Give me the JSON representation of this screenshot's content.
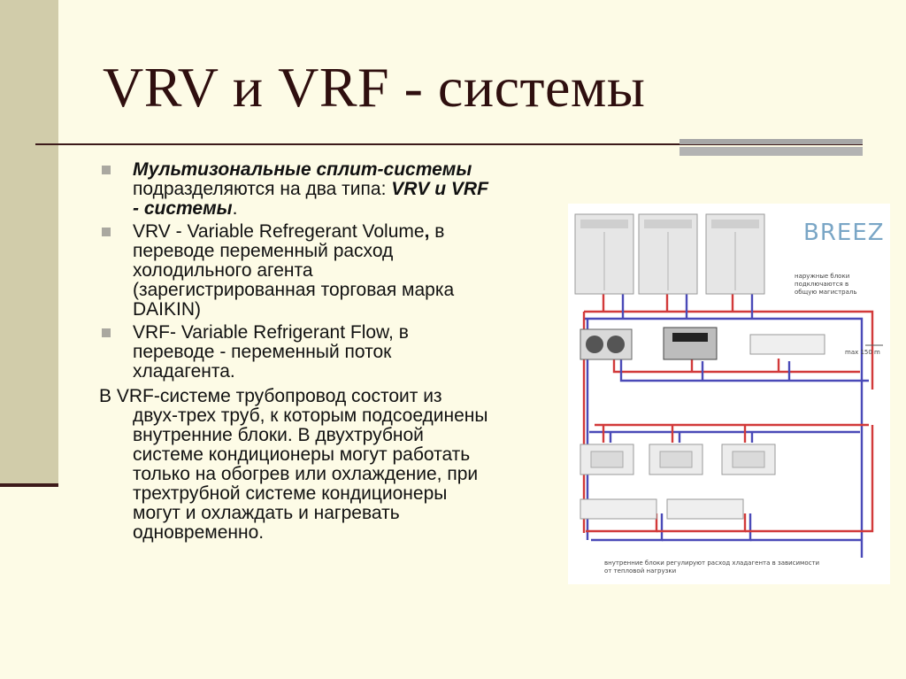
{
  "slide": {
    "title": "VRV и VRF - системы",
    "bullets": [
      {
        "lines": [
          [
            {
              "t": "Мультизональные сплит-системы",
              "s": "bi"
            }
          ],
          [
            {
              "t": "подразделяются на два типа: ",
              "s": ""
            },
            {
              "t": "VRV и VRF",
              "s": "bi"
            }
          ],
          [
            {
              "t": "- системы",
              "s": "bi"
            },
            {
              "t": ".",
              "s": ""
            }
          ]
        ]
      },
      {
        "lines": [
          [
            {
              "t": "VRV - Variable Refregerant Volume",
              "s": ""
            },
            {
              "t": ",",
              "s": "b"
            },
            {
              "t": " в",
              "s": ""
            }
          ],
          [
            {
              "t": "переводе переменный расход",
              "s": ""
            }
          ],
          [
            {
              "t": "холодильного агента",
              "s": ""
            }
          ],
          [
            {
              "t": "(зарегистрированная торговая марка",
              "s": ""
            }
          ],
          [
            {
              "t": "DAIKIN)",
              "s": ""
            }
          ]
        ]
      },
      {
        "lines": [
          [
            {
              "t": "VRF-  Variable Refrigerant Flow, в",
              "s": ""
            }
          ],
          [
            {
              "t": "переводе - переменный поток",
              "s": ""
            }
          ],
          [
            {
              "t": "хладагента.",
              "s": ""
            }
          ]
        ]
      }
    ],
    "paragraph": [
      "В VRF-системе трубопровод состоит из",
      "двух-трех труб, к которым подсоединены",
      "внутренние блоки. В двухтрубной",
      "системе кондиционеры могут работать",
      "только на обогрев или охлаждение, при",
      "трехтрубной системе кондиционеры",
      "могут и охлаждать и нагревать",
      "одновременно."
    ]
  },
  "diagram": {
    "brand": "BREEZ",
    "note_outdoor": [
      "наружные блоки",
      "подключаются в",
      "общую магистраль"
    ],
    "note_distance": "max 150 m",
    "note_indoor": [
      "внутренние блоки регулируют расход хладагента в зависимости",
      "от тепловой нагрузки"
    ],
    "colors": {
      "supply": "#d23a3a",
      "return": "#4a4ab8",
      "unit": "#e6e6e6",
      "unit_stroke": "#9a9a9a"
    }
  }
}
